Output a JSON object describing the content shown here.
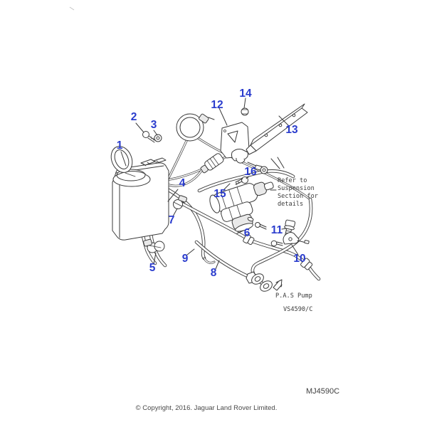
{
  "figure": {
    "callouts": [
      "1",
      "2",
      "3",
      "4",
      "5",
      "6",
      "7",
      "8",
      "9",
      "10",
      "11",
      "12",
      "13",
      "14",
      "15",
      "16"
    ],
    "note": {
      "lines": [
        "Refer to",
        "Suspension",
        "Section for",
        "details"
      ]
    },
    "labels": {
      "pump": "P.A.S Pump",
      "drawing_code": "VS4590/C"
    },
    "footer": {
      "image_code": "MJ4590C",
      "copyright": "© Copyright, 2016. Jaguar Land Rover Limited."
    },
    "colors": {
      "callout_blue": "#2a3ccd",
      "line": "#3a3a3a"
    }
  }
}
